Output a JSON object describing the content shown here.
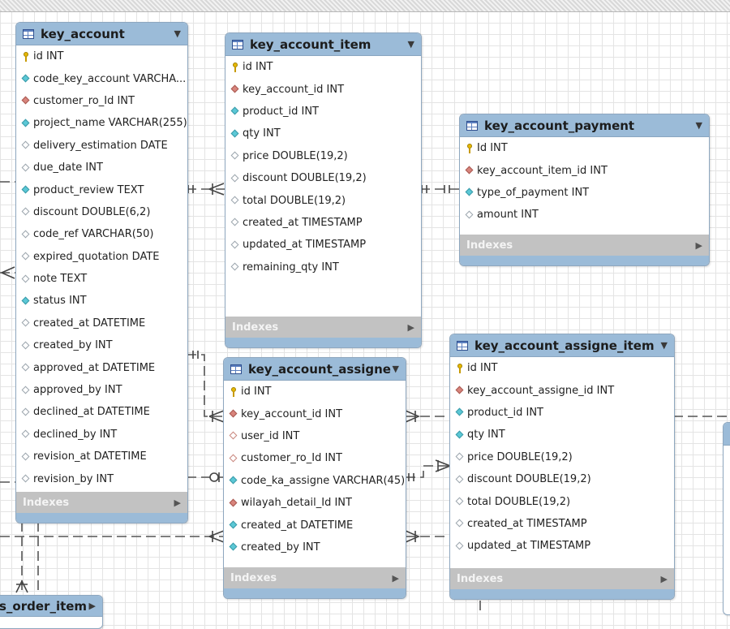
{
  "tables": {
    "key_account": {
      "title": "key_account",
      "fields": [
        {
          "icon": "key",
          "text": "id INT"
        },
        {
          "icon": "cyan",
          "text": "code_key_account VARCHA..."
        },
        {
          "icon": "red",
          "text": "customer_ro_Id INT"
        },
        {
          "icon": "cyan",
          "text": "project_name VARCHAR(255)"
        },
        {
          "icon": "hollow",
          "text": "delivery_estimation DATE"
        },
        {
          "icon": "hollow",
          "text": "due_date INT"
        },
        {
          "icon": "cyan",
          "text": "product_review TEXT"
        },
        {
          "icon": "hollow",
          "text": "discount DOUBLE(6,2)"
        },
        {
          "icon": "hollow",
          "text": "code_ref VARCHAR(50)"
        },
        {
          "icon": "hollow",
          "text": "expired_quotation DATE"
        },
        {
          "icon": "hollow",
          "text": "note TEXT"
        },
        {
          "icon": "cyan",
          "text": "status INT"
        },
        {
          "icon": "hollow",
          "text": "created_at DATETIME"
        },
        {
          "icon": "hollow",
          "text": "created_by INT"
        },
        {
          "icon": "hollow",
          "text": "approved_at DATETIME"
        },
        {
          "icon": "hollow",
          "text": "approved_by INT"
        },
        {
          "icon": "hollow",
          "text": "declined_at DATETIME"
        },
        {
          "icon": "hollow",
          "text": "declined_by INT"
        },
        {
          "icon": "hollow",
          "text": "revision_at DATETIME"
        },
        {
          "icon": "hollow",
          "text": "revision_by INT"
        }
      ],
      "indexes_label": "Indexes"
    },
    "key_account_item": {
      "title": "key_account_item",
      "fields": [
        {
          "icon": "key",
          "text": "id INT"
        },
        {
          "icon": "red",
          "text": "key_account_id INT"
        },
        {
          "icon": "cyan",
          "text": "product_id INT"
        },
        {
          "icon": "cyan",
          "text": "qty INT"
        },
        {
          "icon": "hollow",
          "text": "price DOUBLE(19,2)"
        },
        {
          "icon": "hollow",
          "text": "discount DOUBLE(19,2)"
        },
        {
          "icon": "hollow",
          "text": "total DOUBLE(19,2)"
        },
        {
          "icon": "hollow",
          "text": "created_at TIMESTAMP"
        },
        {
          "icon": "hollow",
          "text": "updated_at TIMESTAMP"
        },
        {
          "icon": "hollow",
          "text": "remaining_qty INT"
        }
      ],
      "indexes_label": "Indexes"
    },
    "key_account_payment": {
      "title": "key_account_payment",
      "fields": [
        {
          "icon": "key",
          "text": "Id INT"
        },
        {
          "icon": "red",
          "text": "key_account_item_id INT"
        },
        {
          "icon": "cyan",
          "text": "type_of_payment INT"
        },
        {
          "icon": "hollow",
          "text": "amount INT"
        }
      ],
      "indexes_label": "Indexes"
    },
    "key_account_assigne": {
      "title": "key_account_assigne",
      "fields": [
        {
          "icon": "key",
          "text": "id INT"
        },
        {
          "icon": "red",
          "text": "key_account_id INT"
        },
        {
          "icon": "hollowred",
          "text": "user_id INT"
        },
        {
          "icon": "hollowred",
          "text": "customer_ro_Id INT"
        },
        {
          "icon": "cyan",
          "text": "code_ka_assigne VARCHAR(45)"
        },
        {
          "icon": "red",
          "text": "wilayah_detail_Id INT"
        },
        {
          "icon": "cyan",
          "text": "created_at DATETIME"
        },
        {
          "icon": "cyan",
          "text": "created_by INT"
        }
      ],
      "indexes_label": "Indexes"
    },
    "key_account_assigne_item": {
      "title": "key_account_assigne_item",
      "fields": [
        {
          "icon": "key",
          "text": "id INT"
        },
        {
          "icon": "red",
          "text": "key_account_assigne_id INT"
        },
        {
          "icon": "cyan",
          "text": "product_id INT"
        },
        {
          "icon": "cyan",
          "text": "qty INT"
        },
        {
          "icon": "hollow",
          "text": "price DOUBLE(19,2)"
        },
        {
          "icon": "hollow",
          "text": "discount DOUBLE(19,2)"
        },
        {
          "icon": "hollow",
          "text": "total DOUBLE(19,2)"
        },
        {
          "icon": "hollow",
          "text": "created_at TIMESTAMP"
        },
        {
          "icon": "hollow",
          "text": "updated_at TIMESTAMP"
        }
      ],
      "indexes_label": "Indexes"
    },
    "order_item_partial": {
      "title": "s_order_item"
    }
  },
  "glyphs": {
    "collapse": "▼",
    "expand": "▶"
  }
}
